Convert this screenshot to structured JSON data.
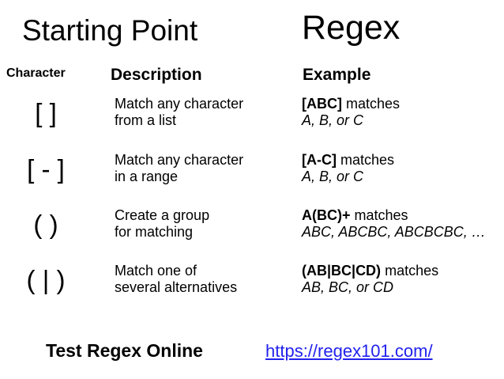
{
  "titles": {
    "left": "Starting Point",
    "right": "Regex"
  },
  "table": {
    "headers": {
      "character": "Character",
      "description": "Description",
      "example": "Example"
    },
    "rows": [
      {
        "character": "[ ]",
        "description_line1": "Match any character",
        "description_line2": "from a list",
        "example_pattern": "[ABC]",
        "example_suffix": "matches",
        "example_result": "A, B, or C"
      },
      {
        "character": "[ - ]",
        "description_line1": "Match any character",
        "description_line2": "in a range",
        "example_pattern": "[A-C]",
        "example_suffix": "matches",
        "example_result": "A, B, or C"
      },
      {
        "character": "( )",
        "description_line1": "Create a group",
        "description_line2": "for matching",
        "example_pattern": "A(BC)+",
        "example_suffix": "matches",
        "example_result": "ABC, ABCBC, ABCBCBC, …"
      },
      {
        "character": "( | )",
        "description_line1": "Match one of",
        "description_line2": "several alternatives",
        "example_pattern": "(AB|BC|CD)",
        "example_suffix": "matches",
        "example_result": "AB, BC, or CD"
      }
    ]
  },
  "footer": {
    "label": "Test Regex Online",
    "link_text": "https://regex101.com/"
  },
  "colors": {
    "background": "#ffffff",
    "text": "#000000",
    "link": "#2222ee"
  }
}
